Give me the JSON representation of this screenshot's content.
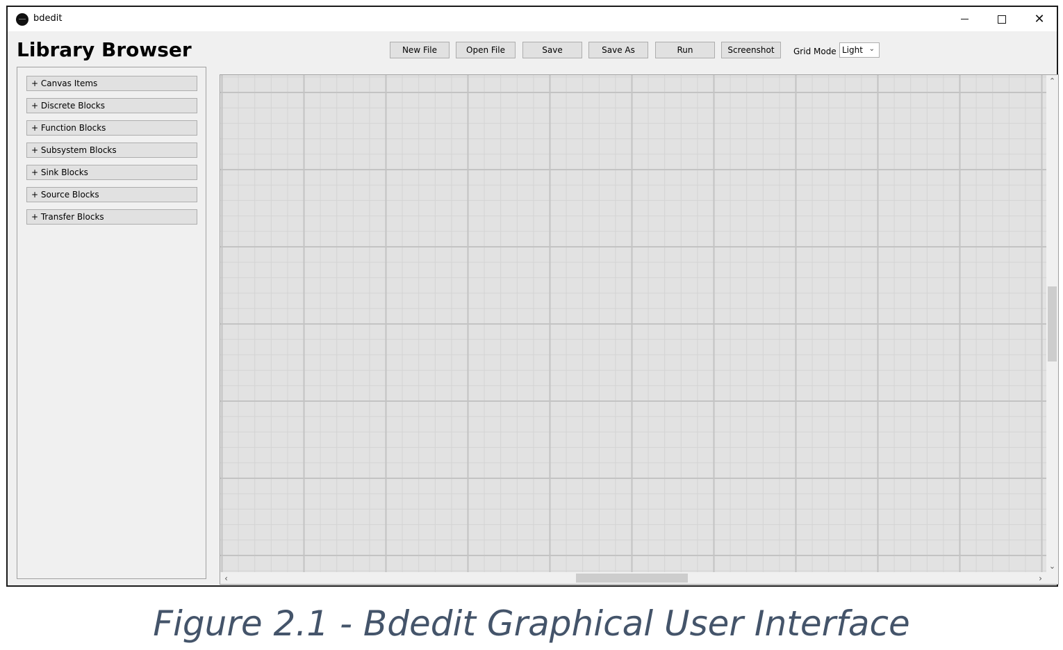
{
  "window": {
    "title": "bdedit"
  },
  "library": {
    "title": "Library Browser",
    "items": [
      "+ Canvas Items",
      "+ Discrete Blocks",
      "+ Function Blocks",
      "+ Subsystem Blocks",
      "+ Sink Blocks",
      "+ Source Blocks",
      "+ Transfer Blocks"
    ]
  },
  "toolbar": {
    "new_file": "New File",
    "open_file": "Open File",
    "save": "Save",
    "save_as": "Save As",
    "run": "Run",
    "screenshot": "Screenshot",
    "grid_mode_label": "Grid Mode",
    "grid_mode_value": "Light"
  },
  "canvas": {
    "background_color": "#e2e2e2",
    "fine_line_color": "#d4d4d4",
    "major_line_color": "#c3c3c3"
  },
  "caption": "Figure 2.1 - Bdedit Graphical User Interface"
}
